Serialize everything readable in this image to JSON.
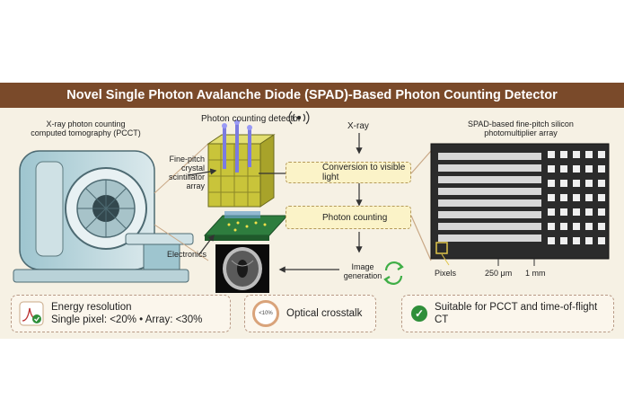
{
  "title": "Novel Single Photon Avalanche Diode (SPAD)-Based Photon Counting Detector",
  "scanner_label": "X-ray photon counting computed tomography (PCCT)",
  "detector_label": "Photon counting detector",
  "scintillator_label": "Fine-pitch crystal scintillator array",
  "electronics_label": "Electronics",
  "xray_label": "X-ray",
  "conversion_label": "Conversion to visible light",
  "counting_label": "Photon counting",
  "image_gen_label": "Image generation",
  "spad_array_label": "SPAD-based fine-pitch silicon photomultiplier array",
  "pixels_label": "Pixels",
  "pitch_label": "250 μm",
  "size_label": "1 mm",
  "footer": {
    "energy_title": "Energy resolution",
    "energy_values": "Single pixel: <20% • Array: <30%",
    "crosstalk_badge": "<10%",
    "crosstalk_label": "Optical crosstalk",
    "suitable_label": "Suitable for PCCT and time-of-flight CT"
  },
  "colors": {
    "banner": "#7a4a2a",
    "panel": "#f6f1e4",
    "scintillator": "#c9c43a",
    "pcb": "#2e7d3e",
    "check": "#2f8f3a",
    "box": "#fbf3c8"
  },
  "icons": [
    "wireless-signal-icon",
    "spectrum-icon",
    "photon-glow-icon",
    "refresh-cycle-icon",
    "check-icon",
    "energy-spectrum-icon",
    "crosstalk-gauge-icon"
  ]
}
